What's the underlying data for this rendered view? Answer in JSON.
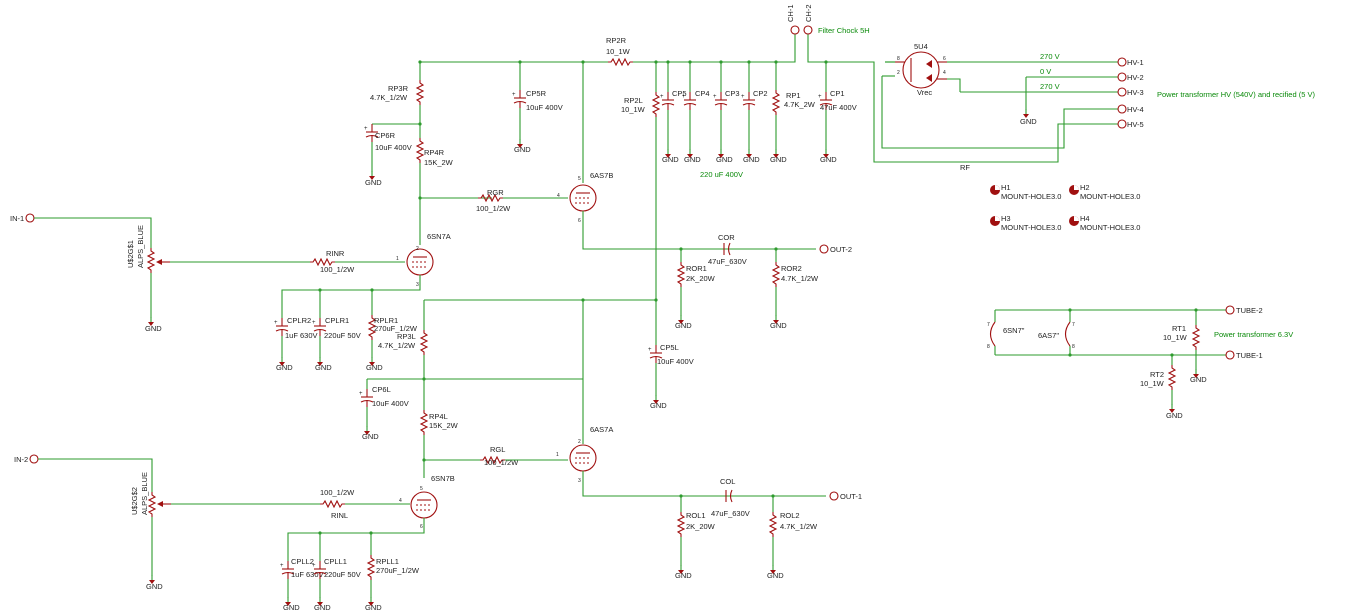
{
  "connectors": {
    "in1": "IN-1",
    "in2": "IN-2",
    "out1": "OUT-1",
    "out2": "OUT-2",
    "ch1": "CH-1",
    "ch2": "CH-2",
    "hv1": "HV-1",
    "hv2": "HV-2",
    "hv3": "HV-3",
    "hv4": "HV-4",
    "hv5": "HV-5",
    "tube1": "TUBE-1",
    "tube2": "TUBE-2"
  },
  "notes": {
    "choke": "Filter Chock 5H",
    "hv_transformer": "Power transformer HV (540V) and recified (5 V)",
    "heater_transformer": "Power transformer 6.3V",
    "cap_bank": "220 uF 400V",
    "hv1_voltage": "270 V",
    "hv2_voltage": "0 V",
    "hv3_voltage": "270 V",
    "rf": "RF"
  },
  "gnd": "GND",
  "parts": {
    "rp2r": {
      "name": "RP2R",
      "value": "10_1W"
    },
    "rp3r": {
      "name": "RP3R",
      "value": "4.7K_1/2W"
    },
    "cp5r": {
      "name": "CP5R",
      "value": "10uF 400V"
    },
    "cp6r": {
      "name": "CP6R",
      "value": "10uF 400V"
    },
    "rp4r": {
      "name": "RP4R",
      "value": "15K_2W"
    },
    "rp2l": {
      "name": "RP2L",
      "value": "10_1W"
    },
    "cp5": "CP5",
    "cp4": "CP4",
    "cp3": "CP3",
    "cp2": "CP2",
    "rp1": {
      "name": "RP1",
      "value": "4.7K_2W"
    },
    "cp1": {
      "name": "CP1",
      "value": "47uF 400V"
    },
    "u5u4": {
      "name": "5U4",
      "value": "Vrec"
    },
    "v6as7b": "6AS7B",
    "v6as7a": "6AS7A",
    "v6sn7a": "6SN7A",
    "v6sn7b": "6SN7B",
    "rgr": {
      "name": "RGR",
      "value": "100_1/2W"
    },
    "rgl": {
      "name": "RGL",
      "value": "100_1/2W"
    },
    "rinr": {
      "name": "RINR",
      "value": "100_1/2W"
    },
    "rinl": {
      "name": "RINL",
      "value": "100_1/2W"
    },
    "pot1": {
      "name": "U$2G$1",
      "value": "ALPS_BLUE"
    },
    "pot2": {
      "name": "U$2G$2",
      "value": "ALPS_BLUE"
    },
    "cor": {
      "name": "COR",
      "value": "47uF_630V"
    },
    "col": {
      "name": "COL",
      "value": "47uF_630V"
    },
    "ror1": {
      "name": "ROR1",
      "value": "2K_20W"
    },
    "ror2": {
      "name": "ROR2",
      "value": "4.7K_1/2W"
    },
    "rol1": {
      "name": "ROL1",
      "value": "2K_20W"
    },
    "rol2": {
      "name": "ROL2",
      "value": "4.7K_1/2W"
    },
    "cplr2": {
      "name": "CPLR2",
      "value": "1uF 630V"
    },
    "cplr1": {
      "name": "CPLR1",
      "value": "220uF 50V"
    },
    "rplr1": {
      "name": "RPLR1",
      "value": "270uF_1/2W"
    },
    "cpll2": {
      "name": "CPLL2",
      "value": "1uF 630V"
    },
    "cpll1": {
      "name": "CPLL1",
      "value": "220uF 50V"
    },
    "rpll1": {
      "name": "RPLL1",
      "value": "270uF_1/2W"
    },
    "rp3l": {
      "name": "RP3L",
      "value": "4.7K_1/2W"
    },
    "cp6l": {
      "name": "CP6L",
      "value": "10uF 400V"
    },
    "rp4l": {
      "name": "RP4L",
      "value": "15K_2W"
    },
    "cp5l": {
      "name": "CP5L",
      "value": "10uF 400V"
    },
    "h1": "H1",
    "h2": "H2",
    "h3": "H3",
    "h4": "H4",
    "mount": "MOUNT-HOLE3.0",
    "h6sn7": "6SN7\"",
    "h6as7": "6AS7\"",
    "rt1": {
      "name": "RT1",
      "value": "10_1W"
    },
    "rt2": {
      "name": "RT2",
      "value": "10_1W"
    }
  },
  "pins": {
    "p1": "1",
    "p2": "2",
    "p3": "3",
    "p4": "4",
    "p5": "5",
    "p6": "6",
    "p7": "7",
    "p8": "8"
  },
  "colors": {
    "wire": "#2e9b2e",
    "part": "#a01010",
    "note": "#0a8a0a"
  }
}
